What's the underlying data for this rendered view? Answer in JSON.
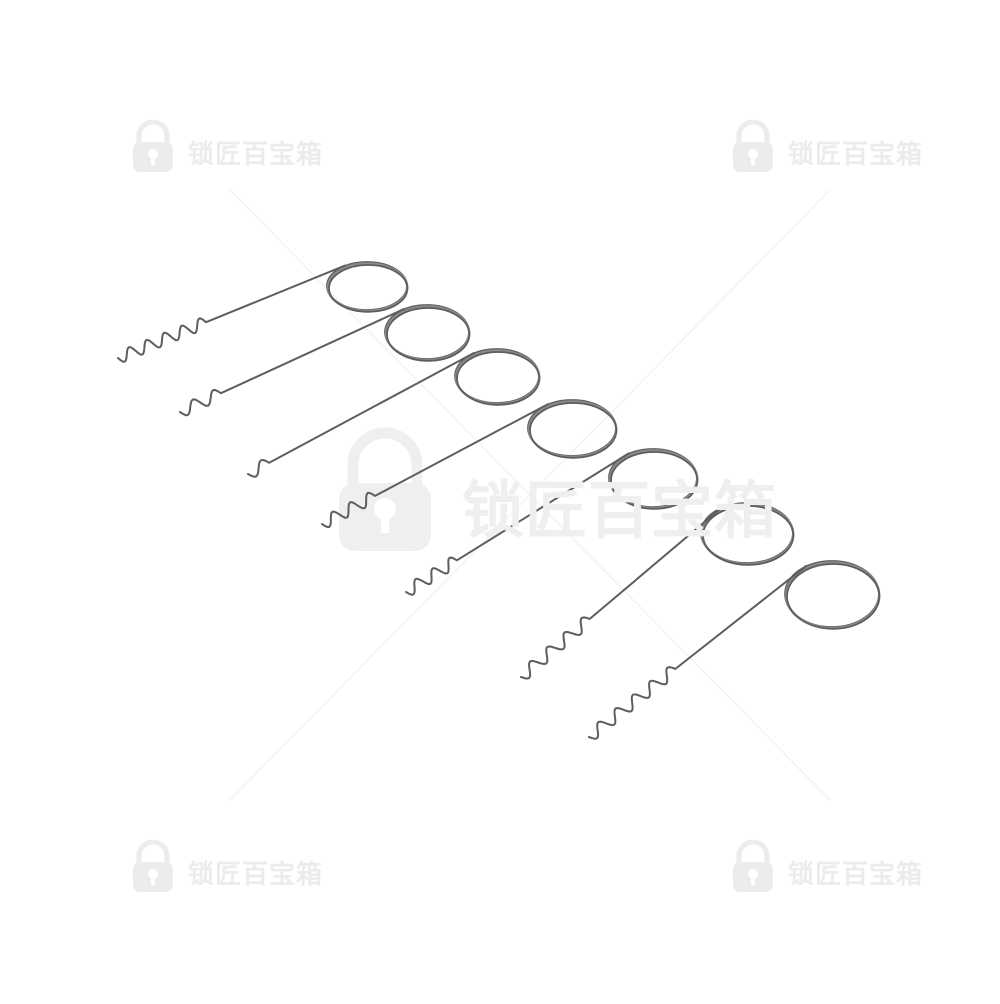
{
  "watermark": {
    "text": "锁匠百宝箱",
    "icon": "padlock-key-icon"
  },
  "product": {
    "name": "wire lock picks",
    "item_count": 7,
    "colors": {
      "background": "#ffffff",
      "wire": "#8a8a8a",
      "wire_dark": "#5e5e5e",
      "watermark": "#e6e6e6"
    }
  }
}
